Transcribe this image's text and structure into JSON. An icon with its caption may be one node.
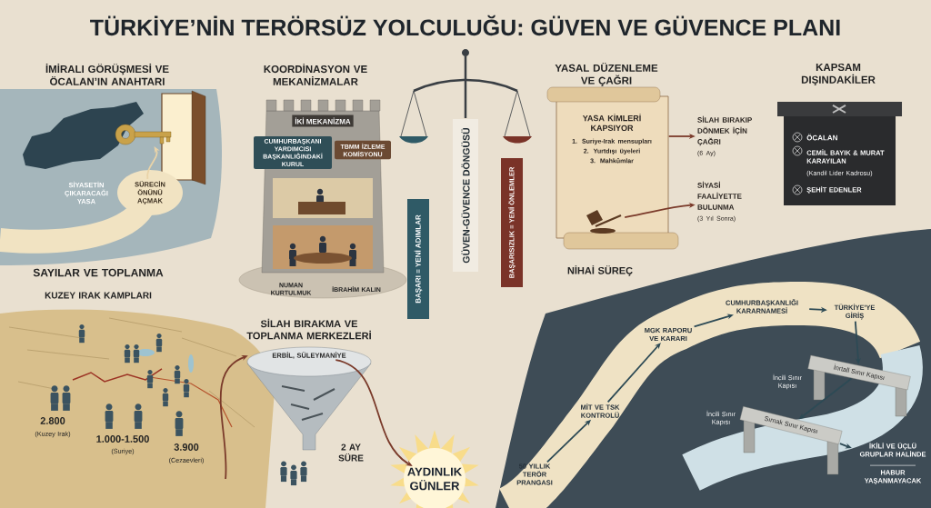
{
  "diagram": {
    "title": "TÜRKİYE’NİN TERÖRSÜZ YOLCULUĞU: GÜVEN VE GÜVENCE PLANI",
    "nodes": [
      {
        "text": [],
        "shape": "picture"
      },
      {
        "text": [
          "SÜRECİN ÖNÜNÜ AÇMAK"
        ]
      },
      {
        "text": [
          "İKİ MEKANİZMA"
        ]
      },
      {
        "text": [
          "CUMHURBAŞKANI YARDIMCISI BAŞKANLIĞINDAKİ KURUL"
        ],
        "in": 2
      },
      {
        "text": [
          "TBMM İZLEME KOMİSYONU"
        ],
        "in": 2
      },
      {
        "text": [
          "YASA KİMLERİ KAPSIYOR",
          "1. Suriye-Irak mensupları",
          "2. Yurtdışı üyeleri",
          "3. Mahkûmlar"
        ]
      },
      {
        "text": [],
        "shape": "picture",
        "in": 5
      },
      {
        "text": [
          "SİLAH BIRAKIP DÖNMEK İÇİN ÇAĞRI",
          "(6 Ay)"
        ]
      },
      {
        "text": [
          "SİYASİ FAALİYETTE BULUNMA",
          "(3 Yıl Sonra)"
        ]
      },
      {
        "text": [
          "ÖCALAN",
          "CEMİL BAYIK & MURAT KARAYILAN",
          "(Kandil Lider Kadrosu)",
          "ŞEHİT EDENLER"
        ]
      },
      {
        "text": [
          "BAŞARI = YENİ ADIMLAR"
        ]
      },
      {
        "text": [
          "GÜVEN-GÜVENCE DÖNGÜSÜ"
        ]
      },
      {
        "text": [
          "BAŞARISIZLIK = YENİ ÖNLEMLER"
        ]
      },
      {
        "text": [
          "ERBİL, SÜLEYMANİYE"
        ]
      },
      {
        "text": [
          "AYDINLIK GÜNLER"
        ]
      },
      {
        "text": [
          "50 YILLIK TERÖR PRANGASI"
        ]
      },
      {
        "text": [
          "MİT VE TSK KONTROLÜ"
        ]
      },
      {
        "text": [
          "MGK RAPORU VE KARARI"
        ]
      },
      {
        "text": [
          "CUMHURBAŞKANLIĞI KARARNAMESİ"
        ]
      },
      {
        "text": [
          "TÜRKİYE'YE GİRİŞ"
        ]
      },
      {
        "text": [
          "İnrtall Sınır Kapısı"
        ],
        "beside": [
          "İncili Sınır Kapısı"
        ]
      },
      {
        "text": [
          "Sırnak Sınır Kapısı"
        ],
        "beside": [
          "İncili Sınır Kapısı"
        ]
      },
      {
        "text": [
          "İKİLİ VE ÜÇLÜ GRUPLAR HALİNDE",
          "HABUR YAŞANMAYACAK"
        ]
      }
    ],
    "edges": [
      {
        "from": 1,
        "to": 0,
        "arrow": "to",
        "color": "#e9d3a8"
      },
      {
        "from": 5,
        "to": 7,
        "arrow": "to",
        "color": "#7a3a2a"
      },
      {
        "from": 6,
        "to": 8,
        "arrow": "to",
        "color": "#7a3a2a"
      },
      {
        "from": null,
        "to": 13,
        "arrow": "to",
        "color": "#7a3a2a"
      },
      {
        "from": 13,
        "to": 14,
        "arrow": "to",
        "label": "2 AY SÜRE",
        "color": "#7a3a2a"
      },
      {
        "from": 15,
        "to": 16,
        "arrow": "to"
      },
      {
        "from": 16,
        "to": 17,
        "arrow": "to"
      },
      {
        "from": 17,
        "to": 18,
        "arrow": "to"
      },
      {
        "from": 18,
        "to": 19,
        "arrow": "to"
      },
      {
        "from": 19,
        "to": 20,
        "arrow": "to"
      },
      {
        "from": 20,
        "to": 21,
        "arrow": "to"
      },
      {
        "from": 21,
        "to": 22,
        "arrow": "to"
      }
    ],
    "labels": [
      "İMİRALI GÖRÜŞMESİ VE ÖCALAN’IN ANAHTARI",
      "KOORDİNASYON VE MEKANİZMALAR",
      "YASAL DÜZENLEME VE ÇAĞRI",
      "KAPSAM DIŞINDAKİLER",
      "SİYASETİN ÇIKARACAĞI YASA",
      "NUMAN KURTULMUK",
      "İBRAHİM KALIN",
      "SAYILAR VE TOPLANMA",
      "KUZEY IRAK KAMPLARI",
      "NİHAİ SÜREÇ",
      "SİLAH BIRAKMA VE TOPLANMA MERKEZLERİ",
      "2.800",
      "(Kuzey Irak)",
      "1.000-1.500",
      "(Suriye)",
      "3.900",
      "(Cezaevleri)"
    ]
  }
}
